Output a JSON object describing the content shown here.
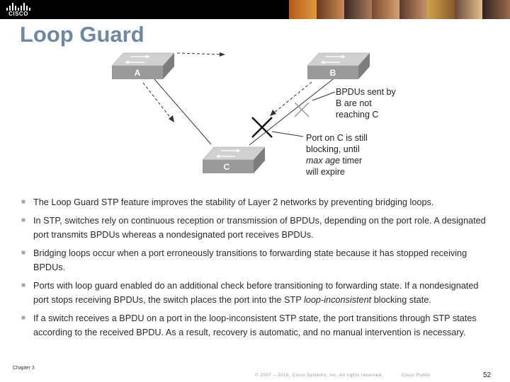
{
  "header": {
    "brand": "CISCO",
    "photo_strip": "header-photos"
  },
  "slide": {
    "title": "Loop Guard"
  },
  "diagram": {
    "switches": [
      {
        "id": "A",
        "label": "A"
      },
      {
        "id": "B",
        "label": "B"
      },
      {
        "id": "C",
        "label": "C"
      }
    ],
    "callout_b": [
      "BPDUs sent by",
      "B are not",
      "reaching C"
    ],
    "callout_c": {
      "line1": "Port on C is still",
      "line2": "blocking, until",
      "line3_italic": "max age",
      "line3_rest": " timer",
      "line4": "will expire"
    }
  },
  "bullets": [
    {
      "text": "The Loop Guard STP feature improves the stability of Layer 2 networks by preventing bridging loops."
    },
    {
      "text": "In STP, switches rely on continuous reception or transmission of BPDUs, depending on the port role. A designated port transmits BPDUs whereas a nondesignated port receives BPDUs."
    },
    {
      "text": "Bridging loops occur when a port erroneously transitions to forwarding state because it has stopped receiving BPDUs."
    },
    {
      "pre": "Ports with loop guard enabled do an additional check before transitioning to forwarding state. If a nondesignated port stops receiving BPDUs, the switch places the port into the STP ",
      "em": "loop-inconsistent",
      "post": " blocking state."
    },
    {
      "text": "If a switch receives a BPDU on a port in the loop-inconsistent STP state, the port transitions through STP states according to the received BPDU. As a result, recovery is automatic, and no manual intervention is necessary."
    }
  ],
  "footer": {
    "chapter": "Chapter 3",
    "copyright": "© 2007 – 2016, Cisco Systems, Inc. All rights reserved.",
    "classification": "Cisco Public",
    "page": "52"
  }
}
